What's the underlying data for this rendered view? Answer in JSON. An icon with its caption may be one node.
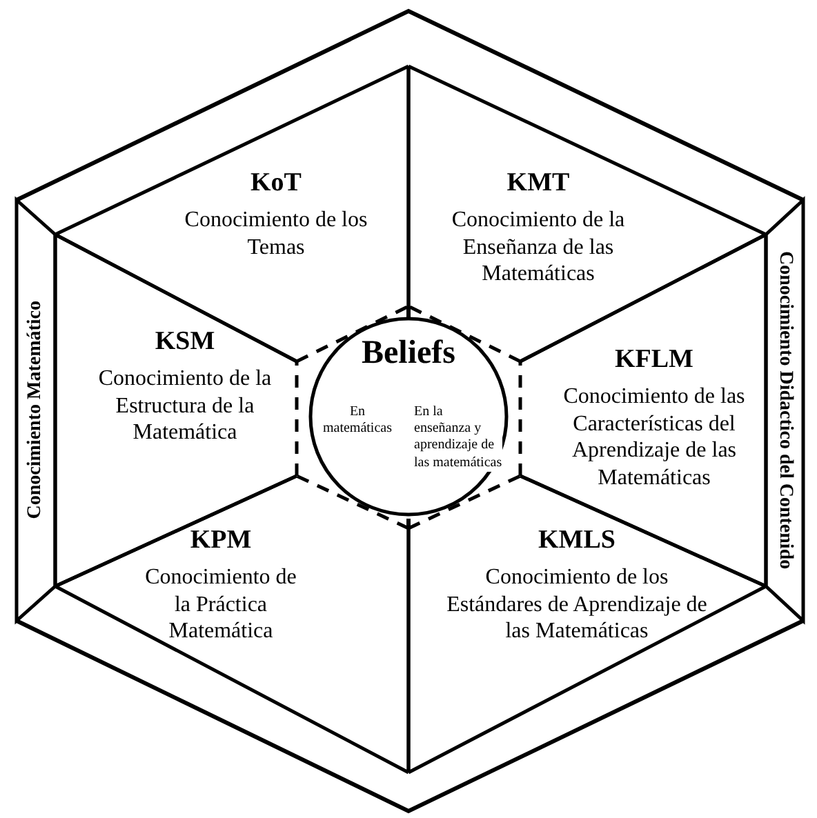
{
  "diagram": {
    "nodes": [
      {
        "text": [
          "Conocimiento Matemático"
        ]
      },
      {
        "text": [
          "KoT",
          "Conocimiento de los Temas"
        ]
      },
      {
        "text": [
          "KMT",
          "Conocimiento de la Enseñanza de las Matemáticas"
        ]
      },
      {
        "text": [
          "KSM",
          "Conocimiento de la Estructura de la Matemática"
        ]
      },
      {
        "text": [
          "Beliefs",
          "En matemáticas",
          "En la enseñanza y aprendizaje de las matemáticas"
        ]
      },
      {
        "text": [
          "KFLM",
          "Conocimiento de las Características del Aprendizaje de las Matemáticas"
        ]
      },
      {
        "text": [
          "Conocimiento Didactico del Contenido"
        ]
      },
      {
        "text": [
          "KPM",
          "Conocimiento de la Práctica Matemática"
        ]
      },
      {
        "text": [
          "KMLS",
          "Conocimiento de los Estándares de Aprendizaje de las Matemáticas"
        ]
      }
    ],
    "edges": []
  }
}
